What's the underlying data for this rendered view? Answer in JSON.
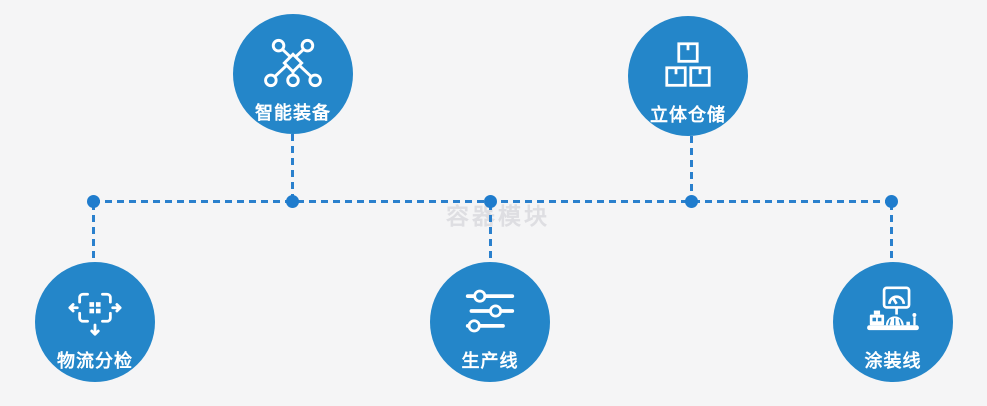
{
  "diagram": {
    "watermark": "容器模块",
    "colors": {
      "background": "#f5f5f6",
      "node_fill": "#2486c9",
      "connector": "#2a80cd",
      "junction_dot": "#1f7ccd",
      "icon": "#ffffff",
      "label_text": "#ffffff",
      "watermark_text": "#dedee2"
    },
    "nodes": [
      {
        "id": "intelligent-equipment",
        "label": "智能装备",
        "icon": "network-nodes-icon",
        "position": "top-left"
      },
      {
        "id": "stereoscopic-warehouse",
        "label": "立体仓储",
        "icon": "stacked-boxes-icon",
        "position": "top-right"
      },
      {
        "id": "logistics-sorting",
        "label": "物流分检",
        "icon": "sort-distribute-icon",
        "position": "bottom-left"
      },
      {
        "id": "production-line",
        "label": "生产线",
        "icon": "sliders-icon",
        "position": "bottom-center"
      },
      {
        "id": "painting-line",
        "label": "涂装线",
        "icon": "industrial-machine-icon",
        "position": "bottom-right"
      }
    ]
  }
}
